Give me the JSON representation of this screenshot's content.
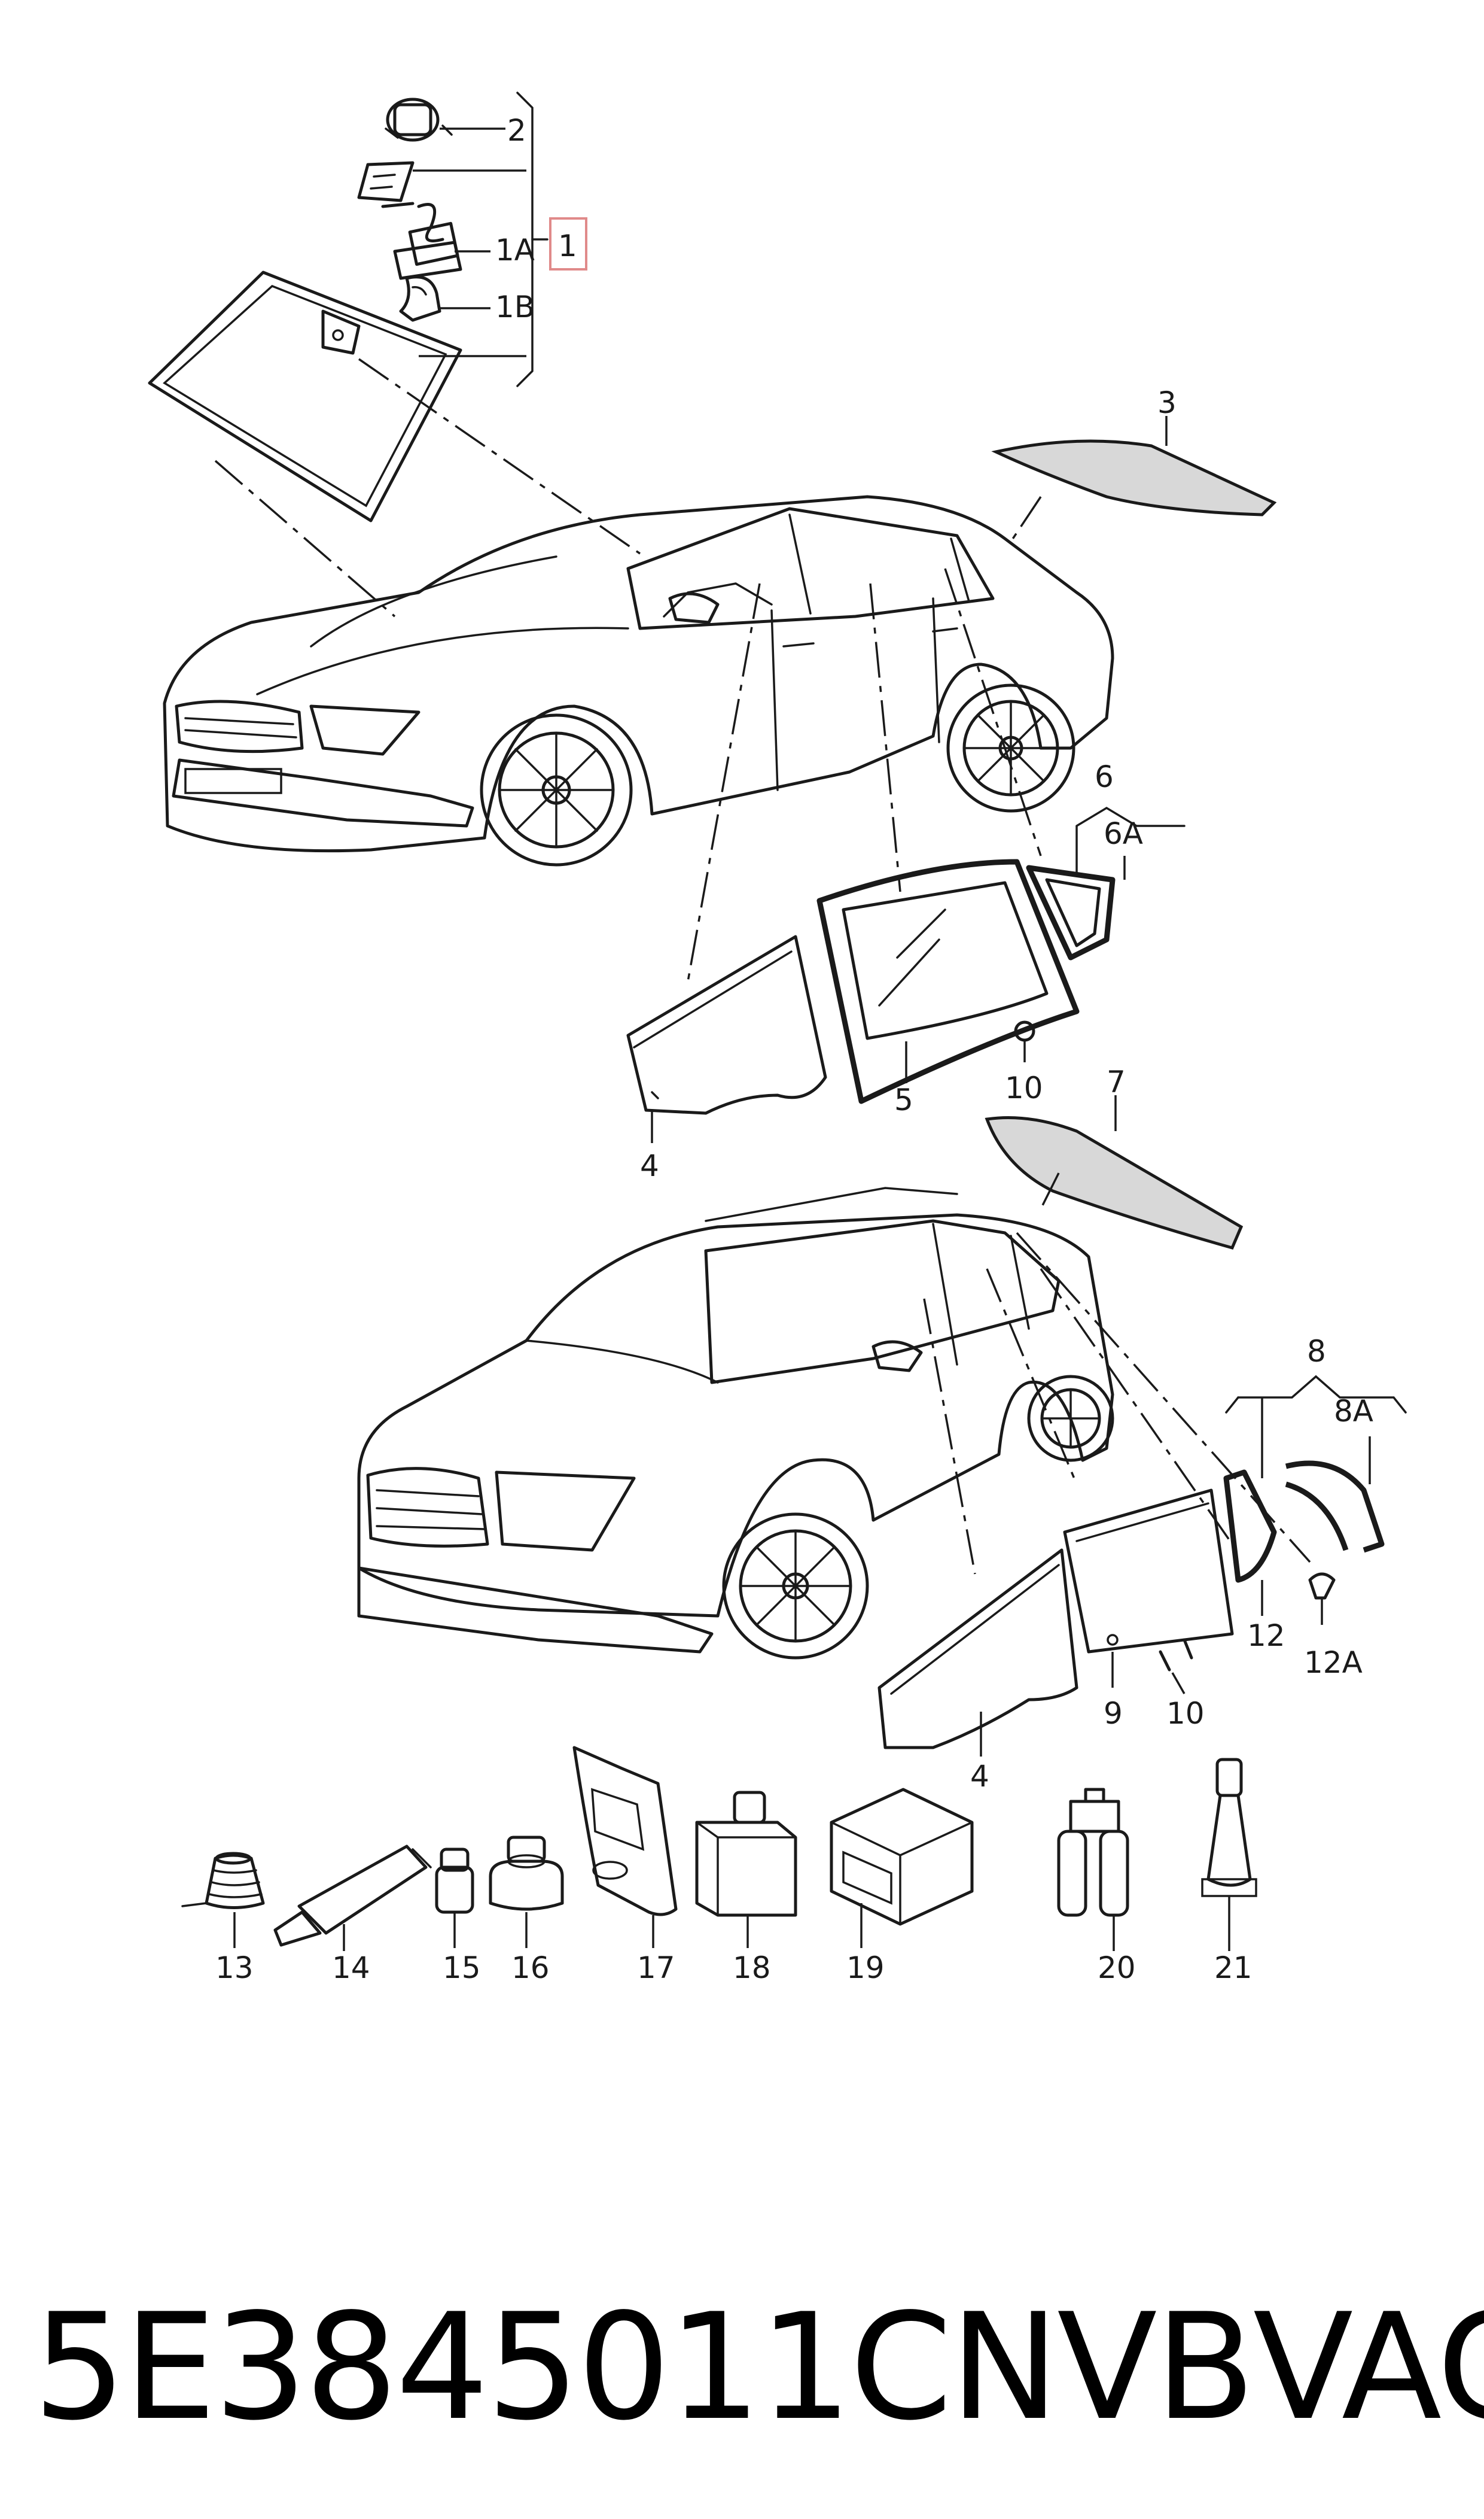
{
  "callouts": {
    "c1": "1",
    "c1A": "1A",
    "c1B": "1B",
    "c2": "2",
    "c3": "3",
    "c4a": "4",
    "c5": "5",
    "c6": "6",
    "c6A": "6A",
    "c7": "7",
    "c8": "8",
    "c8A": "8A",
    "c9": "9",
    "c10a": "10",
    "c10b": "10",
    "c4b": "4",
    "c12": "12",
    "c12A": "12A",
    "c13": "13",
    "c14": "14",
    "c15": "15",
    "c16": "16",
    "c17": "17",
    "c18": "18",
    "c19": "19",
    "c20": "20",
    "c21": "21"
  },
  "footer": {
    "part_number": "5E3845011CNVB",
    "brand": "VAG"
  },
  "colors": {
    "line": "#1a1a1a",
    "highlight_box": "#e08a8a",
    "background": "#ffffff"
  }
}
